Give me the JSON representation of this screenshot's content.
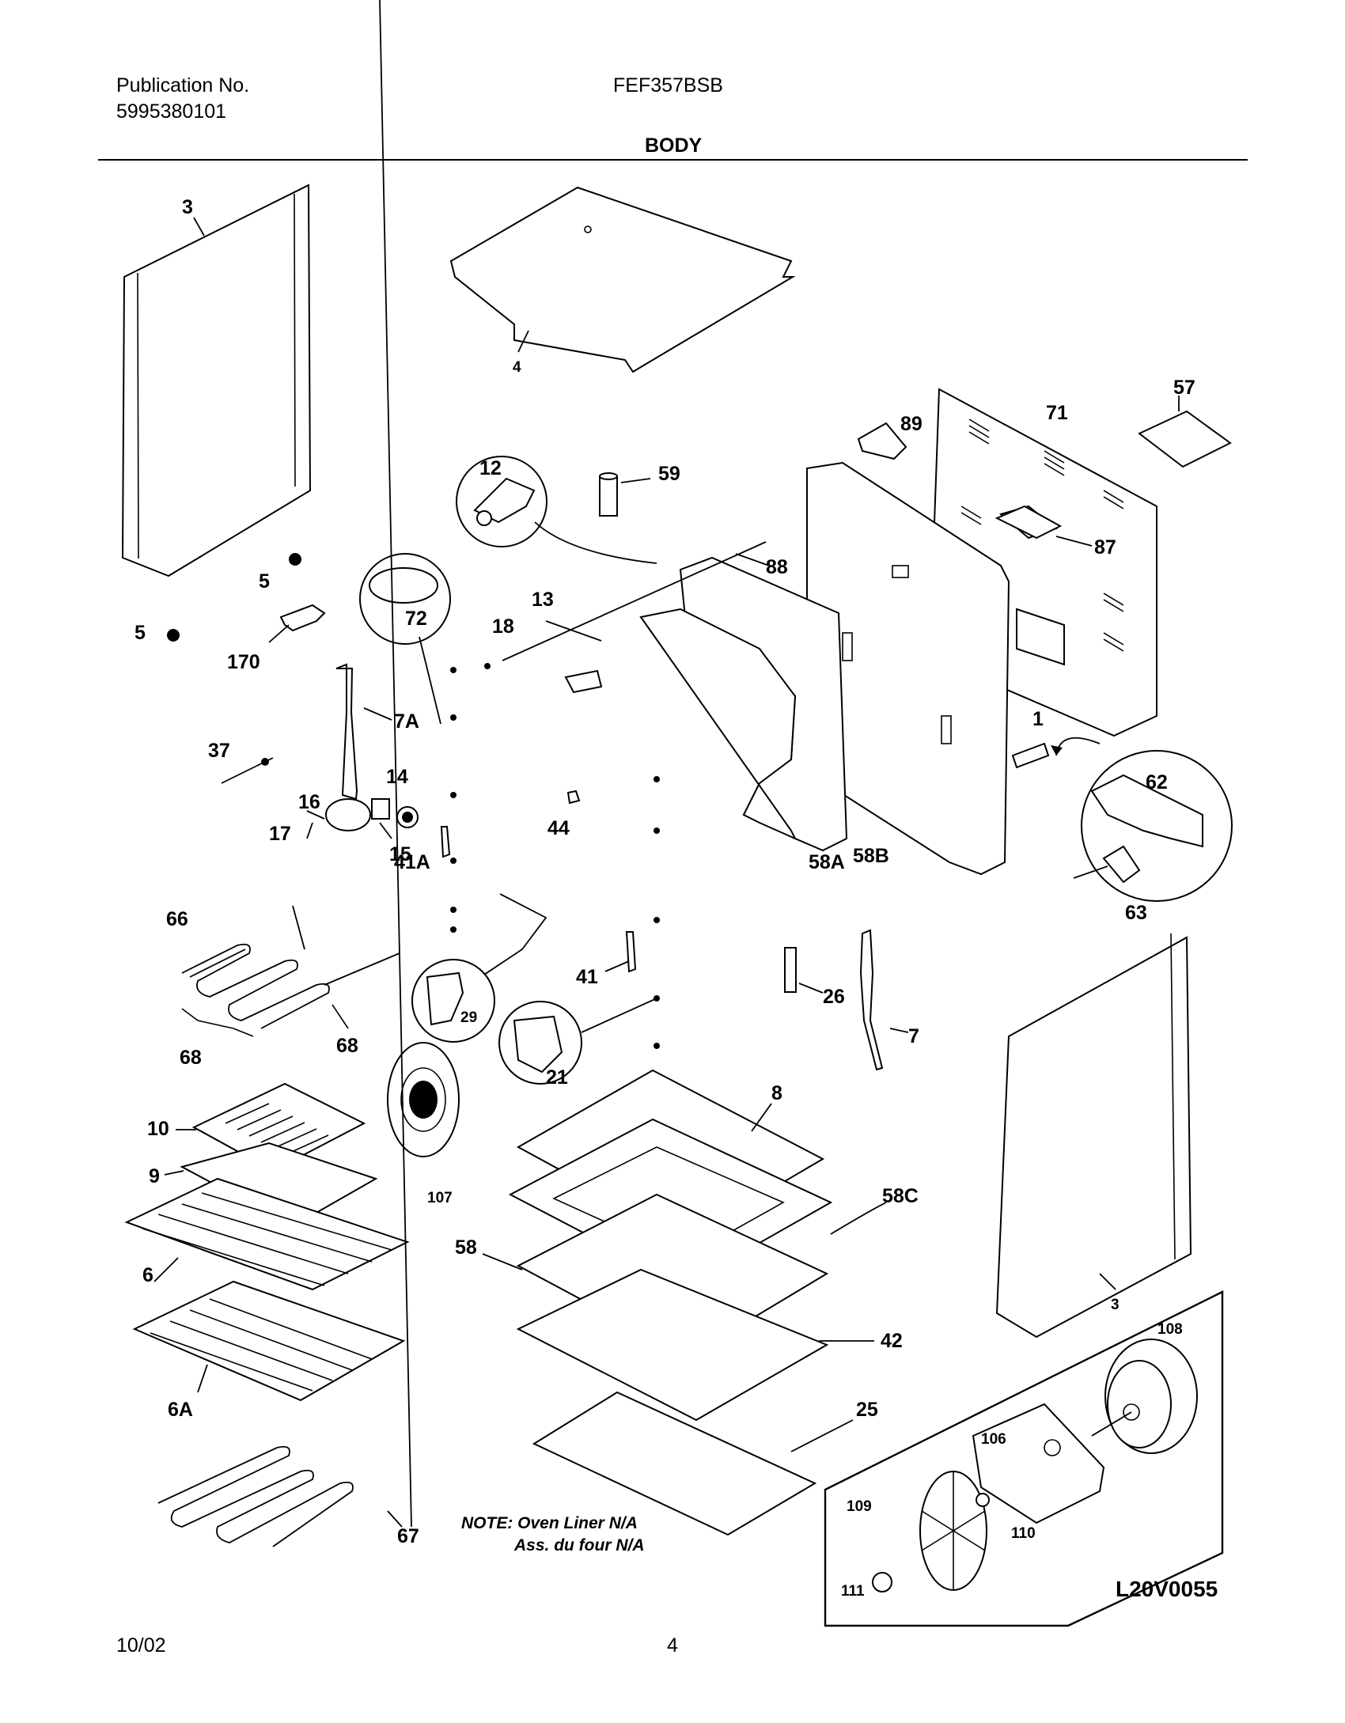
{
  "header": {
    "publication_label": "Publication No.",
    "publication_number": "5995380101",
    "model": "FEF357BSB",
    "section_title": "BODY"
  },
  "diagram": {
    "callouts": {
      "c3": "3",
      "c4": "4",
      "c57": "57",
      "c71": "71",
      "c89": "89",
      "c12": "12",
      "c59": "59",
      "c5a": "5",
      "c5b": "5",
      "c88": "88",
      "c87": "87",
      "c13": "13",
      "c72": "72",
      "c170": "170",
      "c18": "18",
      "c7A": "7A",
      "c1": "1",
      "c37": "37",
      "c14": "14",
      "c16": "16",
      "c62": "62",
      "c17": "17",
      "c15": "15",
      "c44": "44",
      "c41A": "41A",
      "c58A": "58A",
      "c58B": "58B",
      "c63": "63",
      "c66": "66",
      "c41": "41",
      "c26": "26",
      "c29": "29",
      "c7": "7",
      "c68a": "68",
      "c68b": "68",
      "c21": "21",
      "c8": "8",
      "c10": "10",
      "c9": "9",
      "c107": "107",
      "c58C": "58C",
      "c6": "6",
      "c58": "58",
      "c3b": "3",
      "c108": "108",
      "c42": "42",
      "c6A": "6A",
      "c25": "25",
      "c106": "106",
      "c109": "109",
      "c110": "110",
      "c67": "67",
      "c111": "111"
    },
    "note_line1": "NOTE: Oven Liner N/A",
    "note_line2": "Ass. du four N/A",
    "diagram_code": "L20V0055"
  },
  "footer": {
    "date": "10/02",
    "page_number": "4"
  }
}
